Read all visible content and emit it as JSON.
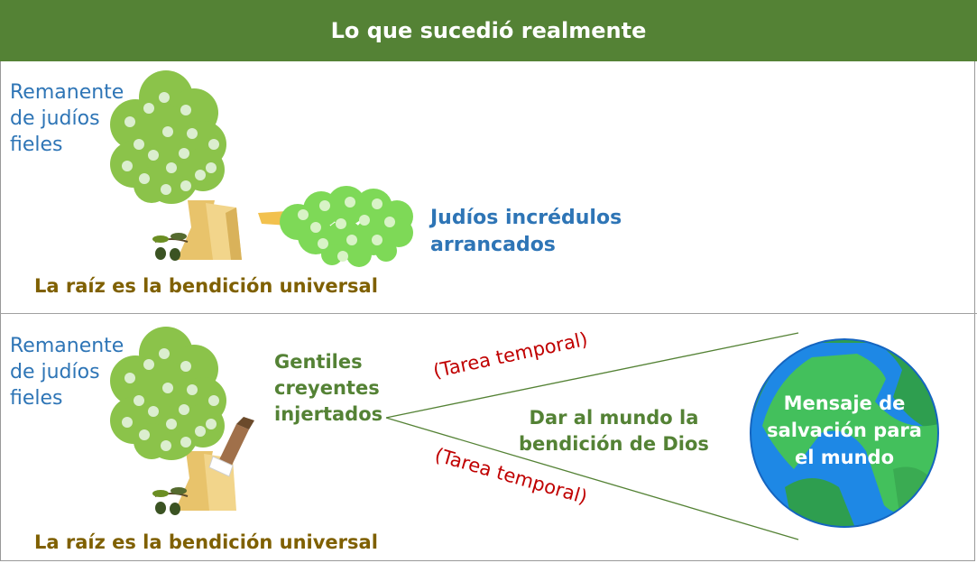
{
  "header": {
    "title": "Lo que sucedió realmente"
  },
  "top_panel": {
    "remnant_label": [
      "Remanente",
      "de judíos",
      "fieles"
    ],
    "broken_label": [
      "Judíos incrédulos",
      "arrancados"
    ],
    "root_label": "La raíz es la bendición universal"
  },
  "bottom_panel": {
    "remnant_label": [
      "Remanente",
      "de judíos",
      "fieles"
    ],
    "grafted_label": [
      "Gentiles",
      "creyentes",
      "injertados"
    ],
    "task_upper": "(Tarea temporal)",
    "task_lower": "(Tarea temporal)",
    "mission_label": [
      "Dar al mundo la",
      "bendición de Dios"
    ],
    "globe_label": [
      "Mensaje de",
      "salvación para",
      "el mundo"
    ],
    "root_label": "La raíz es la bendición universal"
  },
  "colors": {
    "header_bg": "#548235",
    "blue_text": "#2e75b6",
    "green_text": "#548235",
    "olive_text": "#7f6000",
    "red_text": "#c00000",
    "foliage": "#8bc34a",
    "broken_foliage": "#7ed957",
    "trunk": "#e8c36b",
    "ocean": "#1e88e5",
    "land": "#43c05c"
  },
  "icons": [
    "olive-tree-icon",
    "broken-branch-icon",
    "grafted-branch-icon",
    "olive-sprig-icon",
    "globe-icon"
  ]
}
